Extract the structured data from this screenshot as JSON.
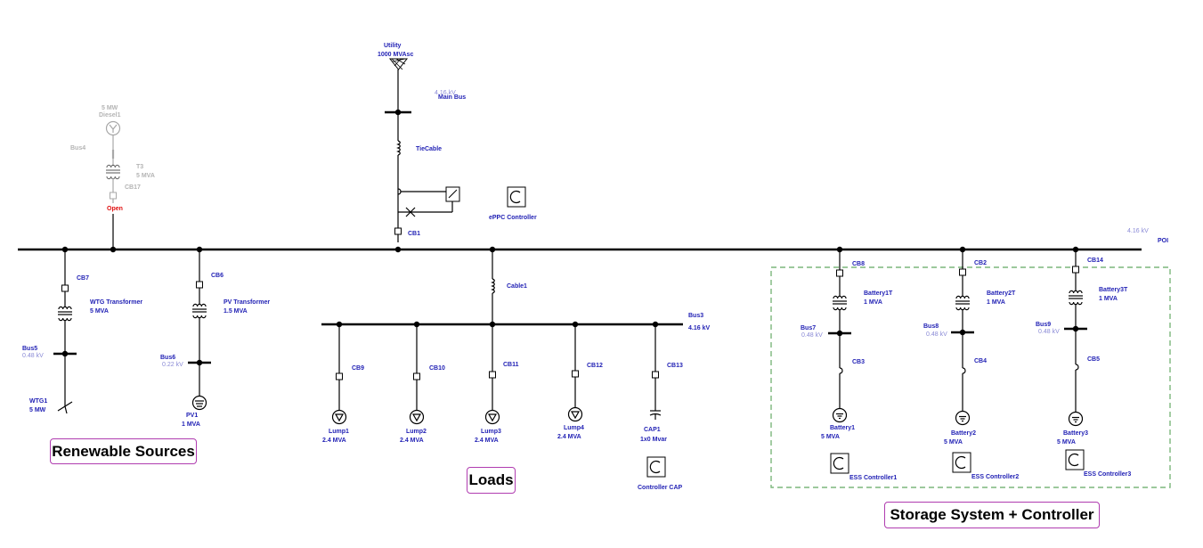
{
  "utility": {
    "name": "Utility",
    "rating": "1000 MVAsc"
  },
  "main_bus": {
    "voltage": "4.16 kV",
    "name": "Main Bus"
  },
  "tie_cable": "TieCable",
  "eppc": "ePPC Controller",
  "cb1": "CB1",
  "poi": {
    "voltage": "4.16 kV",
    "name": "POI"
  },
  "diesel": {
    "rating": "5 MW",
    "name": "Diesel1",
    "bus": "Bus4",
    "xfmr": "T3",
    "xfmr_rating": "5 MVA",
    "cb": "CB17",
    "status": "Open"
  },
  "wtg": {
    "cb": "CB7",
    "xfmr": "WTG Transformer",
    "xfmr_rating": "5 MVA",
    "bus": "Bus5",
    "bus_kv": "0.48 kV",
    "name": "WTG1",
    "rating": "5 MW"
  },
  "pv": {
    "cb": "CB6",
    "xfmr": "PV Transformer",
    "xfmr_rating": "1.5 MVA",
    "bus": "Bus6",
    "bus_kv": "0.22 kV",
    "name": "PV1",
    "rating": "1 MVA"
  },
  "loads": {
    "cable": "Cable1",
    "bus": "Bus3",
    "bus_kv": "4.16 kV",
    "items": [
      {
        "cb": "CB9",
        "name": "Lump1",
        "rating": "2.4 MVA"
      },
      {
        "cb": "CB10",
        "name": "Lump2",
        "rating": "2.4 MVA"
      },
      {
        "cb": "CB11",
        "name": "Lump3",
        "rating": "2.4 MVA"
      },
      {
        "cb": "CB12",
        "name": "Lump4",
        "rating": "2.4 MVA"
      }
    ],
    "cap": {
      "cb": "CB13",
      "name": "CAP1",
      "rating": "1x0 Mvar",
      "controller": "Controller CAP"
    }
  },
  "storage": [
    {
      "cb_hv": "CB8",
      "xfmr": "Battery1T",
      "xfmr_rating": "1 MVA",
      "bus": "Bus7",
      "bus_kv": "0.48 kV",
      "cb_lv": "CB3",
      "name": "Battery1",
      "rating": "5 MVA",
      "controller": "ESS Controller1"
    },
    {
      "cb_hv": "CB2",
      "xfmr": "Battery2T",
      "xfmr_rating": "1 MVA",
      "bus": "Bus8",
      "bus_kv": "0.48 kV",
      "cb_lv": "CB4",
      "name": "Battery2",
      "rating": "5 MVA",
      "controller": "ESS Controller2"
    },
    {
      "cb_hv": "CB14",
      "xfmr": "Battery3T",
      "xfmr_rating": "1 MVA",
      "bus": "Bus9",
      "bus_kv": "0.48 kV",
      "cb_lv": "CB5",
      "name": "Battery3",
      "rating": "5 MVA",
      "controller": "ESS Controller3"
    }
  ],
  "groups": {
    "renewable": "Renewable Sources",
    "loads": "Loads",
    "storage": "Storage System + Controller"
  }
}
